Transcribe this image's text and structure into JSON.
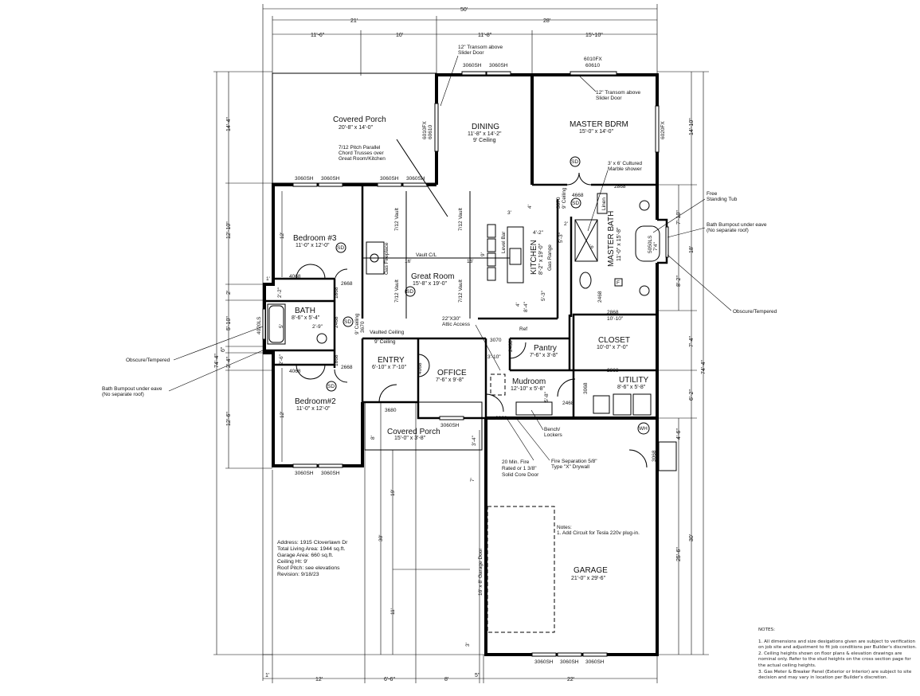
{
  "rooms": {
    "covered_porch_rear": {
      "name": "Covered Porch",
      "size": "20'-8\" x 14'-0\""
    },
    "dining": {
      "name": "DINING",
      "size": "11'-8\" x 14'-2\"",
      "ceiling": "9' Ceiling"
    },
    "master_bdrm": {
      "name": "MASTER BDRM",
      "size": "15'-0\" x 14'-0\""
    },
    "bedroom3": {
      "name": "Bedroom #3",
      "size": "11'-0\" x 12'-0\""
    },
    "great_room": {
      "name": "Great Room",
      "size": "15'-8\" x 19'-0\""
    },
    "kitchen": {
      "name": "KITCHEN",
      "size": "8'-2\" x 19'-0\""
    },
    "master_bath": {
      "name": "MASTER BATH",
      "size": "11'-0\" x 15'-8\""
    },
    "bath": {
      "name": "BATH",
      "size": "8'-6\" x 5'-4\""
    },
    "closet": {
      "name": "CLOSET",
      "size": "10'-0\" x 7'-0\""
    },
    "pantry": {
      "name": "Pantry",
      "size": "7'-6\" x 3'-8\""
    },
    "entry": {
      "name": "ENTRY",
      "size": "6'-10\" x 7'-10\""
    },
    "office": {
      "name": "OFFICE",
      "size": "7'-6\" x 9'-8\""
    },
    "mudroom": {
      "name": "Mudroom",
      "size": "12'-10\" x 5'-8\""
    },
    "utility": {
      "name": "UTILITY",
      "size": "8'-6\" x 5'-8\""
    },
    "bedroom2": {
      "name": "Bedroom#2",
      "size": "11'-0\" x 12'-0\""
    },
    "covered_porch_front": {
      "name": "Covered Porch",
      "size": "15'-0\" x 3'-8\""
    },
    "garage": {
      "name": "GARAGE",
      "size": "21'-0\" x 29'-6\""
    }
  },
  "dimensions": {
    "top": {
      "overall": "50'",
      "left": "21'",
      "right": "28'",
      "seg": [
        "11'-6\"",
        "10'",
        "11'-8\"",
        "15'-10\""
      ]
    },
    "bottom": {
      "seg": [
        "1'",
        "12'",
        "6'-6\"",
        "8'",
        "5\"",
        "22'"
      ]
    },
    "left": {
      "overall": "74'-4\"",
      "seg": [
        "14'-4\"",
        "12'-10\"",
        "2'",
        "5'-10\"",
        "6\"",
        "2'-4\"",
        "12'-6\""
      ]
    },
    "right": {
      "overall": "74'-4\"",
      "seg": [
        "14'-10\"",
        "18'",
        "7'-4\"",
        "6'-2\"",
        "30'"
      ],
      "inner": [
        "7'-10\"",
        "8'-2\"",
        "4'-6\"",
        "25'-6\""
      ]
    },
    "interior": {
      "bed3_h": "12'",
      "bed2_h": "12'",
      "porch_h": "30'",
      "porch_19": "19'",
      "porch_11": "11'",
      "g7": "7'",
      "g3": "3'",
      "g34": "3'-4\"",
      "vault_ht": "16'",
      "kit_9": "9'",
      "kit_42": "4'-2\"",
      "kit_3": "3'",
      "kit_4": "4'",
      "kit_84": "8'-4\"",
      "kit_53": "5'-3\"",
      "kit_53b": "5'-3\"",
      "kit_2": "2'",
      "pantry_310": "3'-10\"",
      "closet_1010": "10'-10\"",
      "bath_22": "2'-2\"",
      "bath_5": "5'",
      "bath_29": "2'-9\"",
      "bath_26": "2'-6\"",
      "mud_58": "5'-8\"",
      "one": "1'",
      "porch_8": "8'",
      "shower_6": "6'"
    }
  },
  "openings": {
    "rear_dining_windows": [
      "3060SH",
      "3060SH"
    ],
    "master_top": [
      "6010FX",
      "60610"
    ],
    "dining_side": [
      "6010FX",
      "60610"
    ],
    "master_side": "6020FX",
    "porch_bottom": [
      "3060SH",
      "3060SH",
      "3060SH",
      "3060SH"
    ],
    "bed3_door": "4068",
    "bed3_entry": "2668",
    "bed3_hall": "1868",
    "bath_door": "2468",
    "hall_3670": "3670",
    "bed2_closet_door": "4068",
    "bed2_hall": "1868",
    "bed2_door": "2668",
    "bed2_windows": [
      "3060SH",
      "3060SH"
    ],
    "front_door": "3680",
    "office_door": "4068",
    "office_window": "3060SH",
    "pantry_3070": "3070",
    "pantry_door": "2468",
    "master_4668": "4668",
    "master_3070": "3070",
    "linen_2868": "2868",
    "wc_2468": "2468",
    "closet_2868a": "2868",
    "closet_2868b": "2868",
    "utility_3068": "3068",
    "mud_2468": "2468",
    "garage_3068": "3068",
    "garage_side_3068": "3068",
    "garage_windows": [
      "3060SH",
      "3060SH",
      "3060SH"
    ],
    "bath_window": "4020LS",
    "master_tub_window": "5050LS",
    "master_tub_dim": "7'4\""
  },
  "labels": {
    "transom1": [
      "12\" Transom above",
      "Slider Door"
    ],
    "transom2": [
      "12\" Transom above",
      "Slider Door"
    ],
    "trusses": [
      "7/12 Pitch Parallel",
      "Chord Trusses over",
      "Great Room/Kitchen"
    ],
    "shower": [
      "3' x 6' Cultured",
      "Marble shower"
    ],
    "tub": [
      "Free",
      "Standing Tub"
    ],
    "bumpout_right": [
      "Bath Bumpout under eave",
      "(No separate roof)"
    ],
    "obscure_right": "Obscure/Tempered",
    "obscure_left": "Obscure/Tempered",
    "bumpout_left": [
      "Bath Bumpout under eave",
      "(No separate roof)"
    ],
    "vault": "7/12 Vault",
    "vault_cl": "Vault C/L",
    "gas_fireplace": "Gas Fireplace",
    "gas_range": "Gas Range",
    "levelbar": "Level Bar",
    "ref": "Ref",
    "linen": "Linen",
    "sd": "SD",
    "f": "F",
    "wh": "WH",
    "nine_ceiling": "9' Ceiling",
    "vaulted_ceiling": "Vaulted Ceiling",
    "attic": [
      "22\"X30\"",
      "Attic Access"
    ],
    "bench": [
      "Bench/",
      "Lockers"
    ],
    "fire_door": [
      "20 Min. Fire",
      "Rated or 1 3/8\"",
      "Solid Core Door"
    ],
    "fire_sep": [
      "Fire Separation 5/8\"",
      "Type \"X\" Drywall"
    ],
    "garage_door": "16' x 8' Garage Door",
    "garage_notes": [
      "Notes:",
      "1. Add Circuit for Tesla 220v plug-in."
    ]
  },
  "project_info": [
    "Address: 1915 Cloverlawn Dr",
    "Total Living Area: 1944 sq.ft.",
    "Garage Area: 660 sq.ft.",
    "Ceiling Ht: 9'",
    "Roof Pitch: see elevations",
    "Revision: 9/18/23"
  ],
  "general_notes": {
    "title": "NOTES:",
    "items": [
      "1. All dimensions and size desigations given are subject to verification on job site and adjustment to fit job conditions per Builder's discretion.",
      "2. Ceiling heights shown on floor plans & elevation drawings are nominal only. Refer to the stud heights on the cross section page for the actual ceiling heights.",
      "3. Gas Meter & Breaker Panel (Exterior or Interior) are subject to site decision and may vary in location per Builder's discretion."
    ]
  }
}
